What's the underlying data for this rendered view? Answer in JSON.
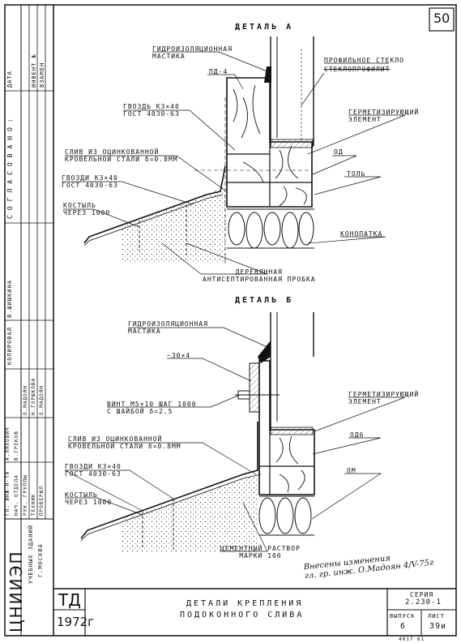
{
  "sheet_number": "50",
  "detail_a": {
    "title": "ДЕТАЛЬ А",
    "labels": {
      "mastic": "ГИДРОИЗОЛЯЦИОННАЯ\nМАСТИКА",
      "pd4": "ПД-4",
      "glass": "ПРОФИЛЬНОЕ СТЕКЛО",
      "glass_struck": "СТЕКЛОПРОФИЛИТ",
      "nail": "ГВОЗДЬ К3×40\nГОСТ 4030-63",
      "seal": "ГЕРМЕТИЗИРУЮЩИЙ\nЭЛЕМЕНТ",
      "drip": "СЛИВ ИЗ ОЦИНКОВАННОЙ\nКРОВЕЛЬНОЙ СТАЛИ δ=0.8ММ",
      "od": "ОД",
      "nails": "ГВОЗДИ К3×40\nГОСТ 4030-63",
      "tol": "ТОЛЬ",
      "crutch": "КОСТЫЛЬ\nЧЕРЕЗ 1000",
      "konopatka": "КОНОПАТКА",
      "plug": "ДЕРЕВЯННАЯ\nАНТИСЕПТИРОВАННАЯ ПРОБКА"
    }
  },
  "detail_b": {
    "title": "ДЕТАЛЬ Б",
    "labels": {
      "mastic": "ГИДРОИЗОЛЯЦИОННАЯ\nМАСТИКА",
      "strip": "~30×4",
      "screw": "ВИНТ М5×10 ШАГ 1000\nС ШАЙБОЙ δ=2.5",
      "seal": "ГЕРМЕТИЗИРУЮЩИЙ\nЭЛЕМЕНТ",
      "drip": "СЛИВ ИЗ ОЦИНКОВАННОЙ\nКРОВЕЛЬНОЙ СТАЛИ δ=0.8ММ",
      "od6": "ОД6",
      "nails": "ГВОЗДИ К3×40\nГОСТ 4030-63",
      "om": "ОМ",
      "crutch": "КОСТЫЛЬ\nЧЕРЕЗ 1000",
      "mortar": "ЦЕМЕНТНЫЙ РАСТВОР\nМАРКИ 100"
    }
  },
  "handwritten_note": "Внесены изменения\nгл. гр. инж. О.Мадоян 4/V-75г",
  "left_column": {
    "top_rows": [
      "ДАТА",
      "ИНВЕНТ №",
      "ВЗАМЕН"
    ],
    "agreed": "СОГЛАСОВАНО:",
    "signers": [
      {
        "role": "ГЛ. ИНЖ-Н-ТА",
        "name": "А.ЛЯХОВИЧ"
      },
      {
        "role": "НАЧ. ОТДЕЛА",
        "name": "В.ГРЕКОВ"
      },
      {
        "role": "РУК. ГРУППЫ",
        "name": "О.МАДОЯН"
      },
      {
        "role": "ТЕХНИК",
        "name": "Н.ГОРШКОВА"
      },
      {
        "role": "ПРОВЕРИЛ",
        "name": "О.МАДОЯН"
      }
    ],
    "copied": "КОПИРОВАЛ",
    "copied_name": "В.ШИШКИНА",
    "institute": "ЦНИИЭП",
    "institute_sub": "УЧЕБНЫХ ЗДАНИЙ",
    "city": "Г.МОСКВА"
  },
  "title_block": {
    "code": "ТД",
    "year": "1972г",
    "title_line1": "ДЕТАЛИ КРЕПЛЕНИЯ",
    "title_line2": "ПОДОКОННОГО СЛИВА",
    "series_label": "СЕРИЯ",
    "series": "2.230-1",
    "issue_label": "ВЫПУСК",
    "issue": "6",
    "sheet_label": "ЛИСТ",
    "sheet": "39и"
  },
  "footer": "4017   61"
}
